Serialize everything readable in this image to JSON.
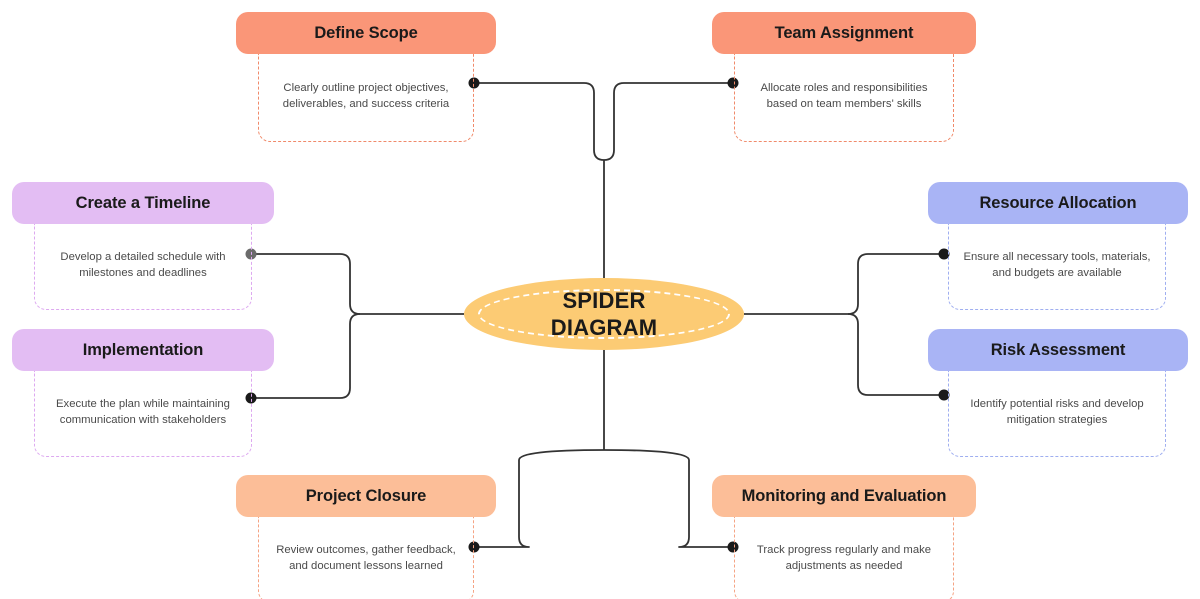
{
  "diagram": {
    "center": {
      "label_line1": "SPIDER",
      "label_line2": "DIAGRAM",
      "fill": "#FCCB74",
      "inner_dash_color": "#FFFFFF"
    },
    "connector_color": "#333333",
    "connector_dot_colors": {
      "default": "#1a1a1a",
      "create_a_timeline": "#6b6b6b"
    },
    "nodes": [
      {
        "id": "define-scope",
        "title": "Define Scope",
        "description": "Clearly outline project objectives, deliverables, and success criteria",
        "header_fill": "#FA9678",
        "body_border": "#F08A6A",
        "position": "top-left"
      },
      {
        "id": "team-assignment",
        "title": "Team Assignment",
        "description": "Allocate roles and responsibilities based on team members' skills",
        "header_fill": "#FA9678",
        "body_border": "#F08A6A",
        "position": "top-right"
      },
      {
        "id": "create-a-timeline",
        "title": "Create a Timeline",
        "description": "Develop a detailed schedule with milestones and deadlines",
        "header_fill": "#E3BDF3",
        "body_border": "#DDA9F0",
        "position": "left-upper"
      },
      {
        "id": "implementation",
        "title": "Implementation",
        "description": "Execute the plan while maintaining communication with stakeholders",
        "header_fill": "#E3BDF3",
        "body_border": "#DDA9F0",
        "position": "left-lower"
      },
      {
        "id": "resource-allocation",
        "title": "Resource Allocation",
        "description": "Ensure all necessary tools, materials, and budgets are available",
        "header_fill": "#A9B4F5",
        "body_border": "#9FAEF0",
        "position": "right-upper"
      },
      {
        "id": "risk-assessment",
        "title": "Risk Assessment",
        "description": "Identify potential risks and develop mitigation strategies",
        "header_fill": "#A9B4F5",
        "body_border": "#9FAEF0",
        "position": "right-lower"
      },
      {
        "id": "project-closure",
        "title": "Project Closure",
        "description": "Review outcomes, gather feedback, and document lessons learned",
        "header_fill": "#FCBE98",
        "body_border": "#F5A383",
        "position": "bottom-left"
      },
      {
        "id": "monitoring-and-evaluation",
        "title": "Monitoring and Evaluation",
        "description": "Track progress regularly and make adjustments as needed",
        "header_fill": "#FCBE98",
        "body_border": "#F5A383",
        "position": "bottom-right"
      }
    ]
  }
}
